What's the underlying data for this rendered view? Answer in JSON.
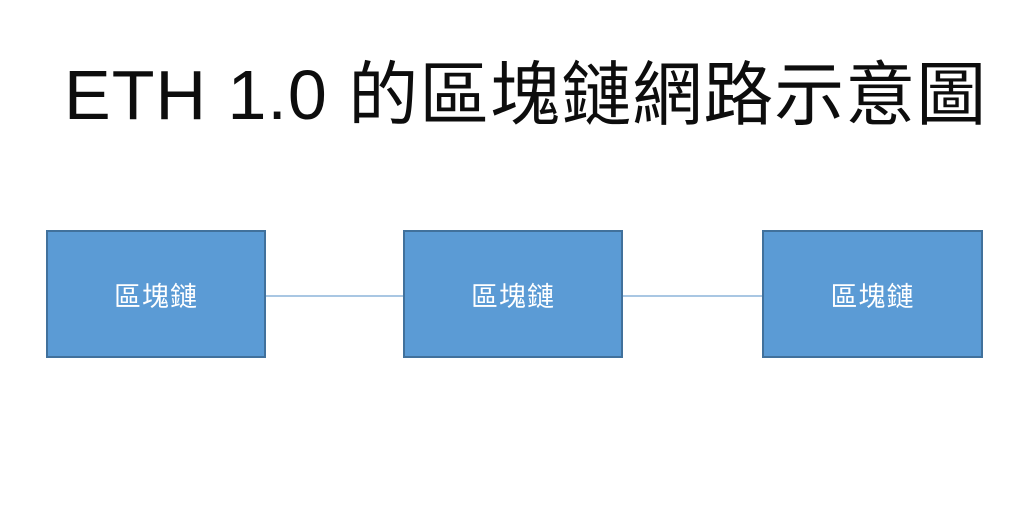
{
  "title": "ETH 1.0 的區塊鏈網路示意圖",
  "diagram": {
    "nodes": [
      {
        "label": "區塊鏈"
      },
      {
        "label": "區塊鏈"
      },
      {
        "label": "區塊鏈"
      }
    ],
    "connections": [
      {
        "from": 1,
        "to": 2
      },
      {
        "from": 2,
        "to": 3
      }
    ]
  },
  "colors": {
    "background": "#FFFFFF",
    "title_text": "#0D0D0D",
    "node_fill": "#5B9BD5",
    "node_border": "#41719C",
    "node_text": "#FFFFFF",
    "connector": "#A9C7E3"
  }
}
